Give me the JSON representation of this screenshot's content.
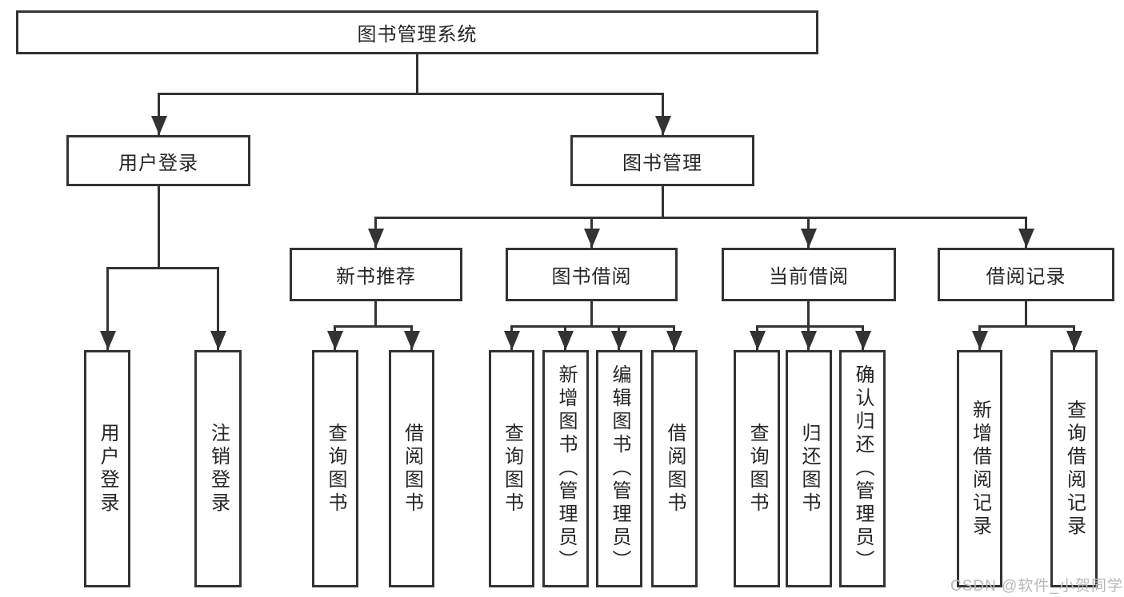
{
  "colors": {
    "line": "#333333",
    "text": "#262626",
    "background": "#ffffff",
    "watermark": "#b9b9b9"
  },
  "watermark": {
    "text": "CSDN @软件_小贺同学"
  },
  "tree": {
    "root": {
      "label": "图书管理系统"
    },
    "branches": [
      {
        "label": "用户登录",
        "children": [
          {
            "label": "用户登录"
          },
          {
            "label": "注销登录"
          }
        ]
      },
      {
        "label": "图书管理",
        "children": [
          {
            "label": "新书推荐",
            "children": [
              {
                "label": "查询图书"
              },
              {
                "label": "借阅图书"
              }
            ]
          },
          {
            "label": "图书借阅",
            "children": [
              {
                "label": "查询图书"
              },
              {
                "label": "新增图书（管理员）"
              },
              {
                "label": "编辑图书（管理员）"
              },
              {
                "label": "借阅图书"
              }
            ]
          },
          {
            "label": "当前借阅",
            "children": [
              {
                "label": "查询图书"
              },
              {
                "label": "归还图书"
              },
              {
                "label": "确认归还（管理员）"
              }
            ]
          },
          {
            "label": "借阅记录",
            "children": [
              {
                "label": "新增借阅记录"
              },
              {
                "label": "查询借阅记录"
              }
            ]
          }
        ]
      }
    ]
  }
}
